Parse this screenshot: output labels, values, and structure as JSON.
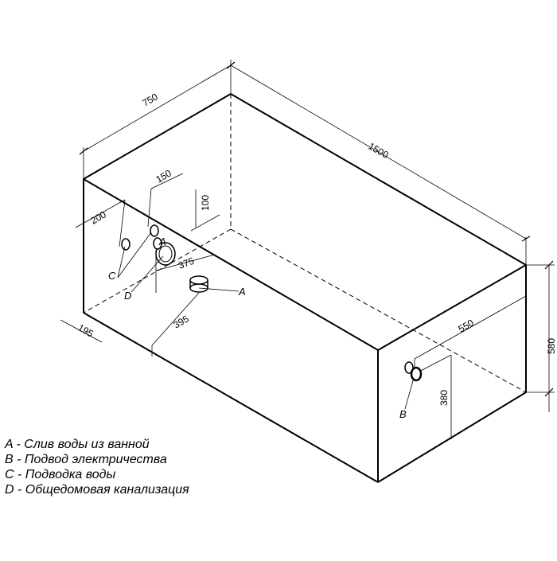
{
  "dimensions": {
    "width": "750",
    "length": "1500",
    "height": "580",
    "side_offset_200": "200",
    "supply_spacing": "150",
    "drain_height_100": "100",
    "drain_depth_375": "375",
    "front_offset_195": "195",
    "drain_offset_395": "395",
    "electric_offset_550": "550",
    "electric_height_380": "380"
  },
  "markers": {
    "a_outlet": "A",
    "a_drain": "A",
    "b": "B",
    "c": "C",
    "d": "D"
  },
  "legend": [
    "A - Слив воды из ванной",
    "B - Подвод электричества",
    "C - Подводка воды",
    "D - Общедомовая канализация"
  ]
}
